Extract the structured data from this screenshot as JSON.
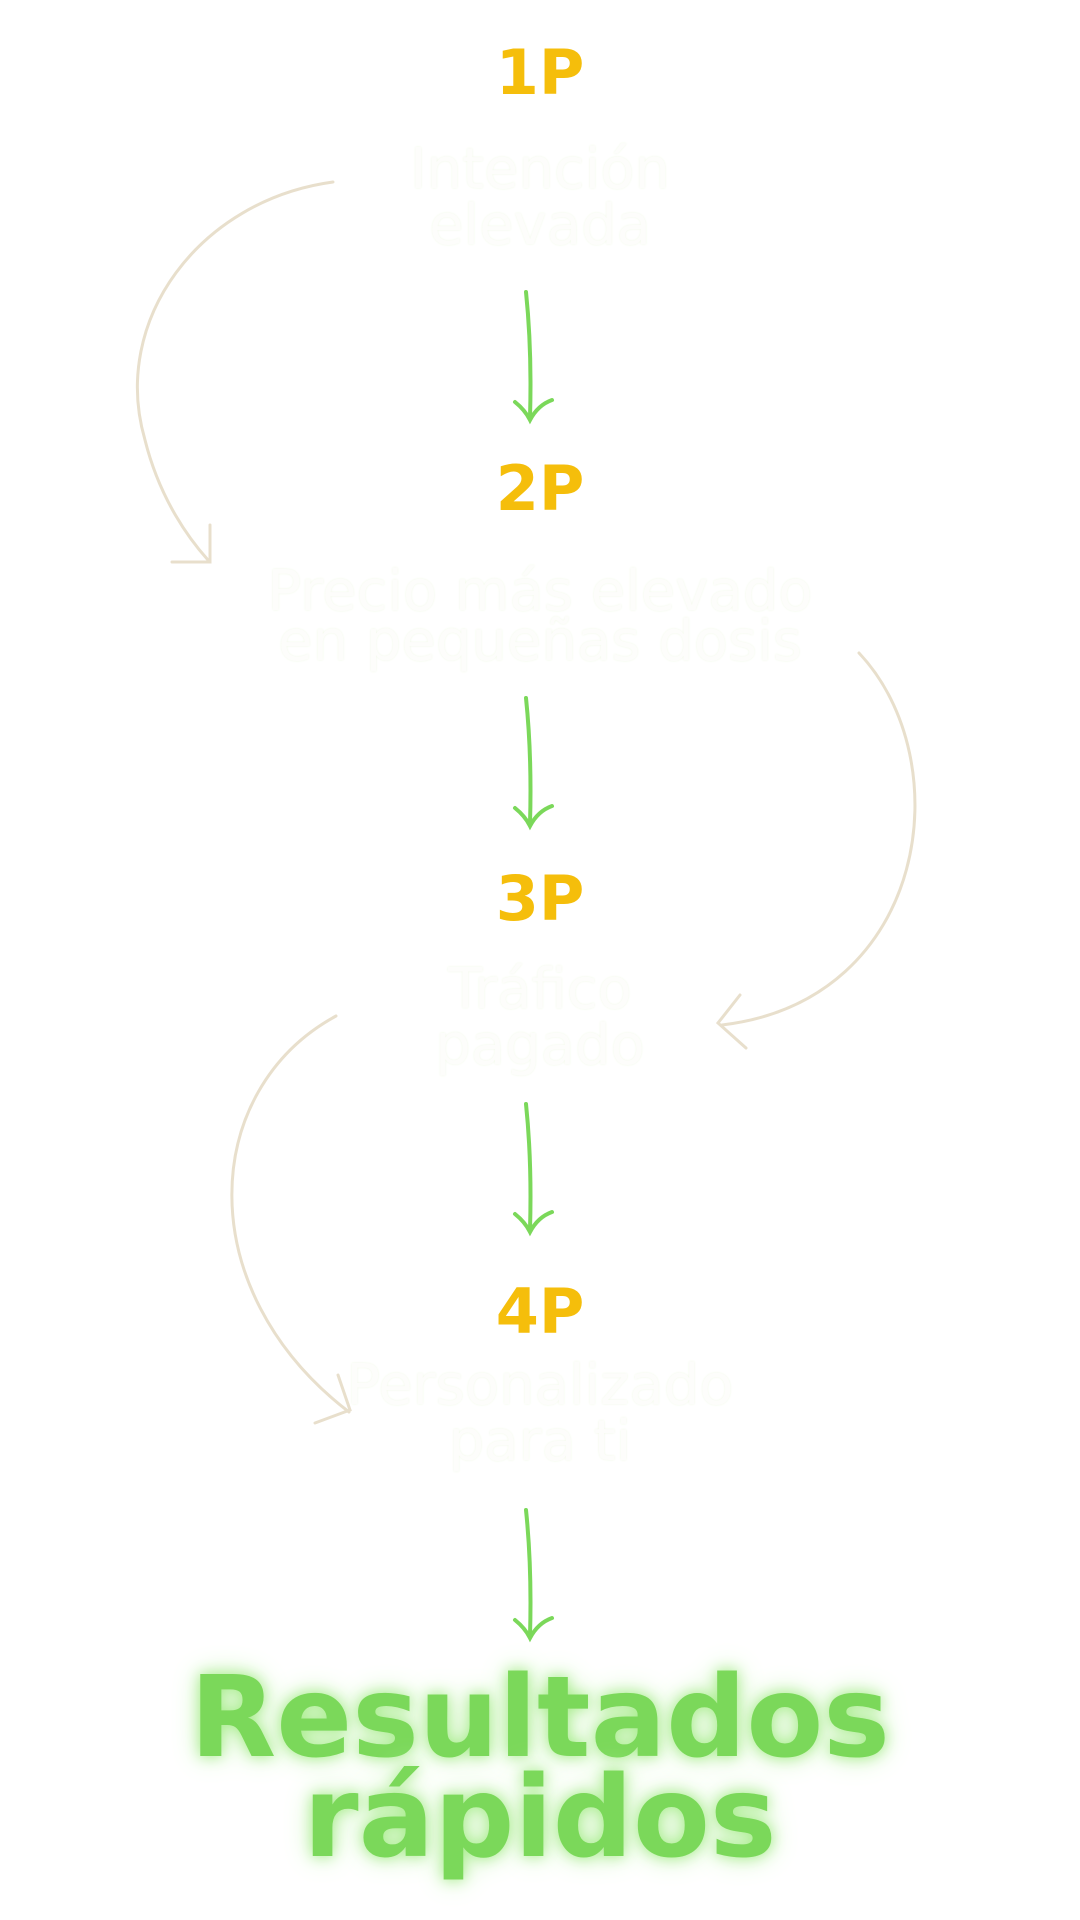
{
  "steps": [
    {
      "number": "1P",
      "line1": "Intención",
      "line2": "elevada"
    },
    {
      "number": "2P",
      "line1": "Precio más elevado",
      "line2": "en pequeñas dosis"
    },
    {
      "number": "3P",
      "line1": "Tráfico",
      "line2": "pagado"
    },
    {
      "number": "4P",
      "line1": "Personalizado",
      "line2": "para ti"
    }
  ],
  "result": {
    "line1": "Resultados",
    "line2": "rápidos"
  },
  "colors": {
    "step_number": "#f5be0b",
    "arrow": "#7bd85a",
    "curve": "#e8dfcc",
    "result": "#7bd85a"
  }
}
